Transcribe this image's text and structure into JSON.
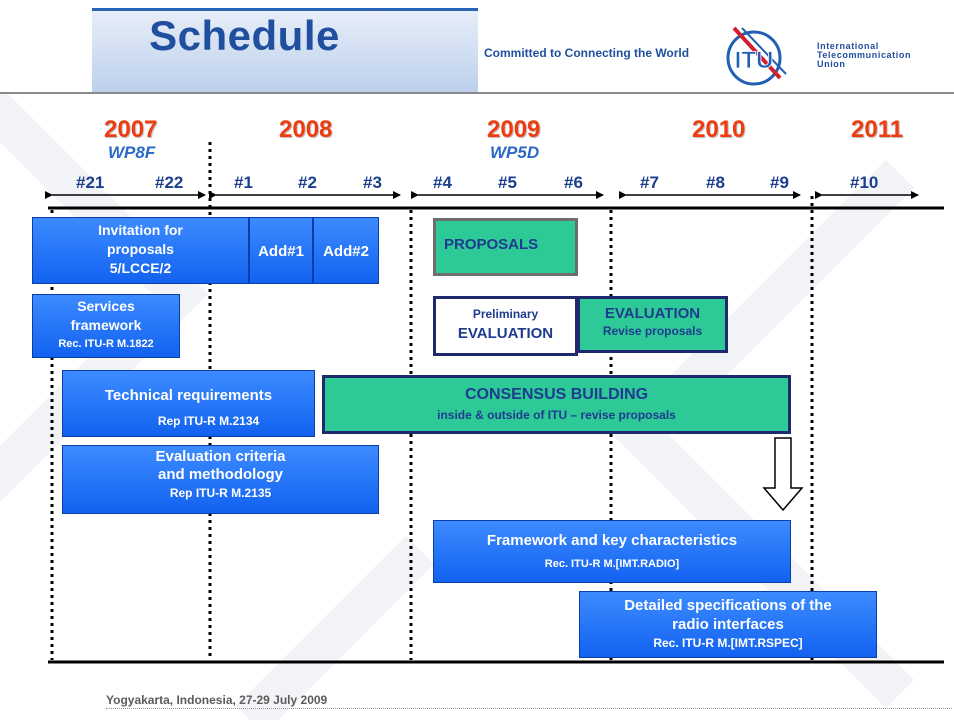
{
  "header": {
    "title": "Schedule",
    "tagline": "Committed to Connecting the World",
    "logo_text": "ITU",
    "org_name": "International\nTelecommunication\nUnion"
  },
  "timeline": {
    "years": [
      "2007",
      "2008",
      "2009",
      "2010",
      "2011"
    ],
    "working_parties": [
      "WP8F",
      "WP5D"
    ],
    "meetings": [
      "#21",
      "#22",
      "#1",
      "#2",
      "#3",
      "#4",
      "#5",
      "#6",
      "#7",
      "#8",
      "#9",
      "#10"
    ]
  },
  "activities": {
    "invitation": [
      "Invitation for",
      "proposals",
      "5/LCCE/2"
    ],
    "add1": "Add#1",
    "add2": "Add#2",
    "proposals": "PROPOSALS",
    "services": [
      "Services",
      "framework",
      "Rec. ITU-R M.1822"
    ],
    "prelim_eval": [
      "Preliminary",
      "EVALUATION"
    ],
    "evaluation": [
      "EVALUATION",
      "Revise proposals"
    ],
    "tech_req": [
      "Technical requirements",
      "Rep ITU-R M.2134"
    ],
    "consensus": [
      "CONSENSUS  BUILDING",
      "inside & outside of ITU – revise proposals"
    ],
    "eval_criteria": [
      "Evaluation  criteria",
      "and methodology",
      "Rep ITU-R M.2135"
    ],
    "framework": [
      "Framework and key characteristics",
      "Rec. ITU-R M.[IMT.RADIO]"
    ],
    "detailed": [
      "Detailed specifications of the",
      "radio interfaces",
      "Rec. ITU-R M.[IMT.RSPEC]"
    ]
  },
  "footer": "Yogyakarta, Indonesia, 27-29 July 2009",
  "colors": {
    "year": "#ef3b10",
    "working_party": "#2b68c8",
    "blue_box": "#1a6cf5",
    "green_box": "#2dca97"
  }
}
